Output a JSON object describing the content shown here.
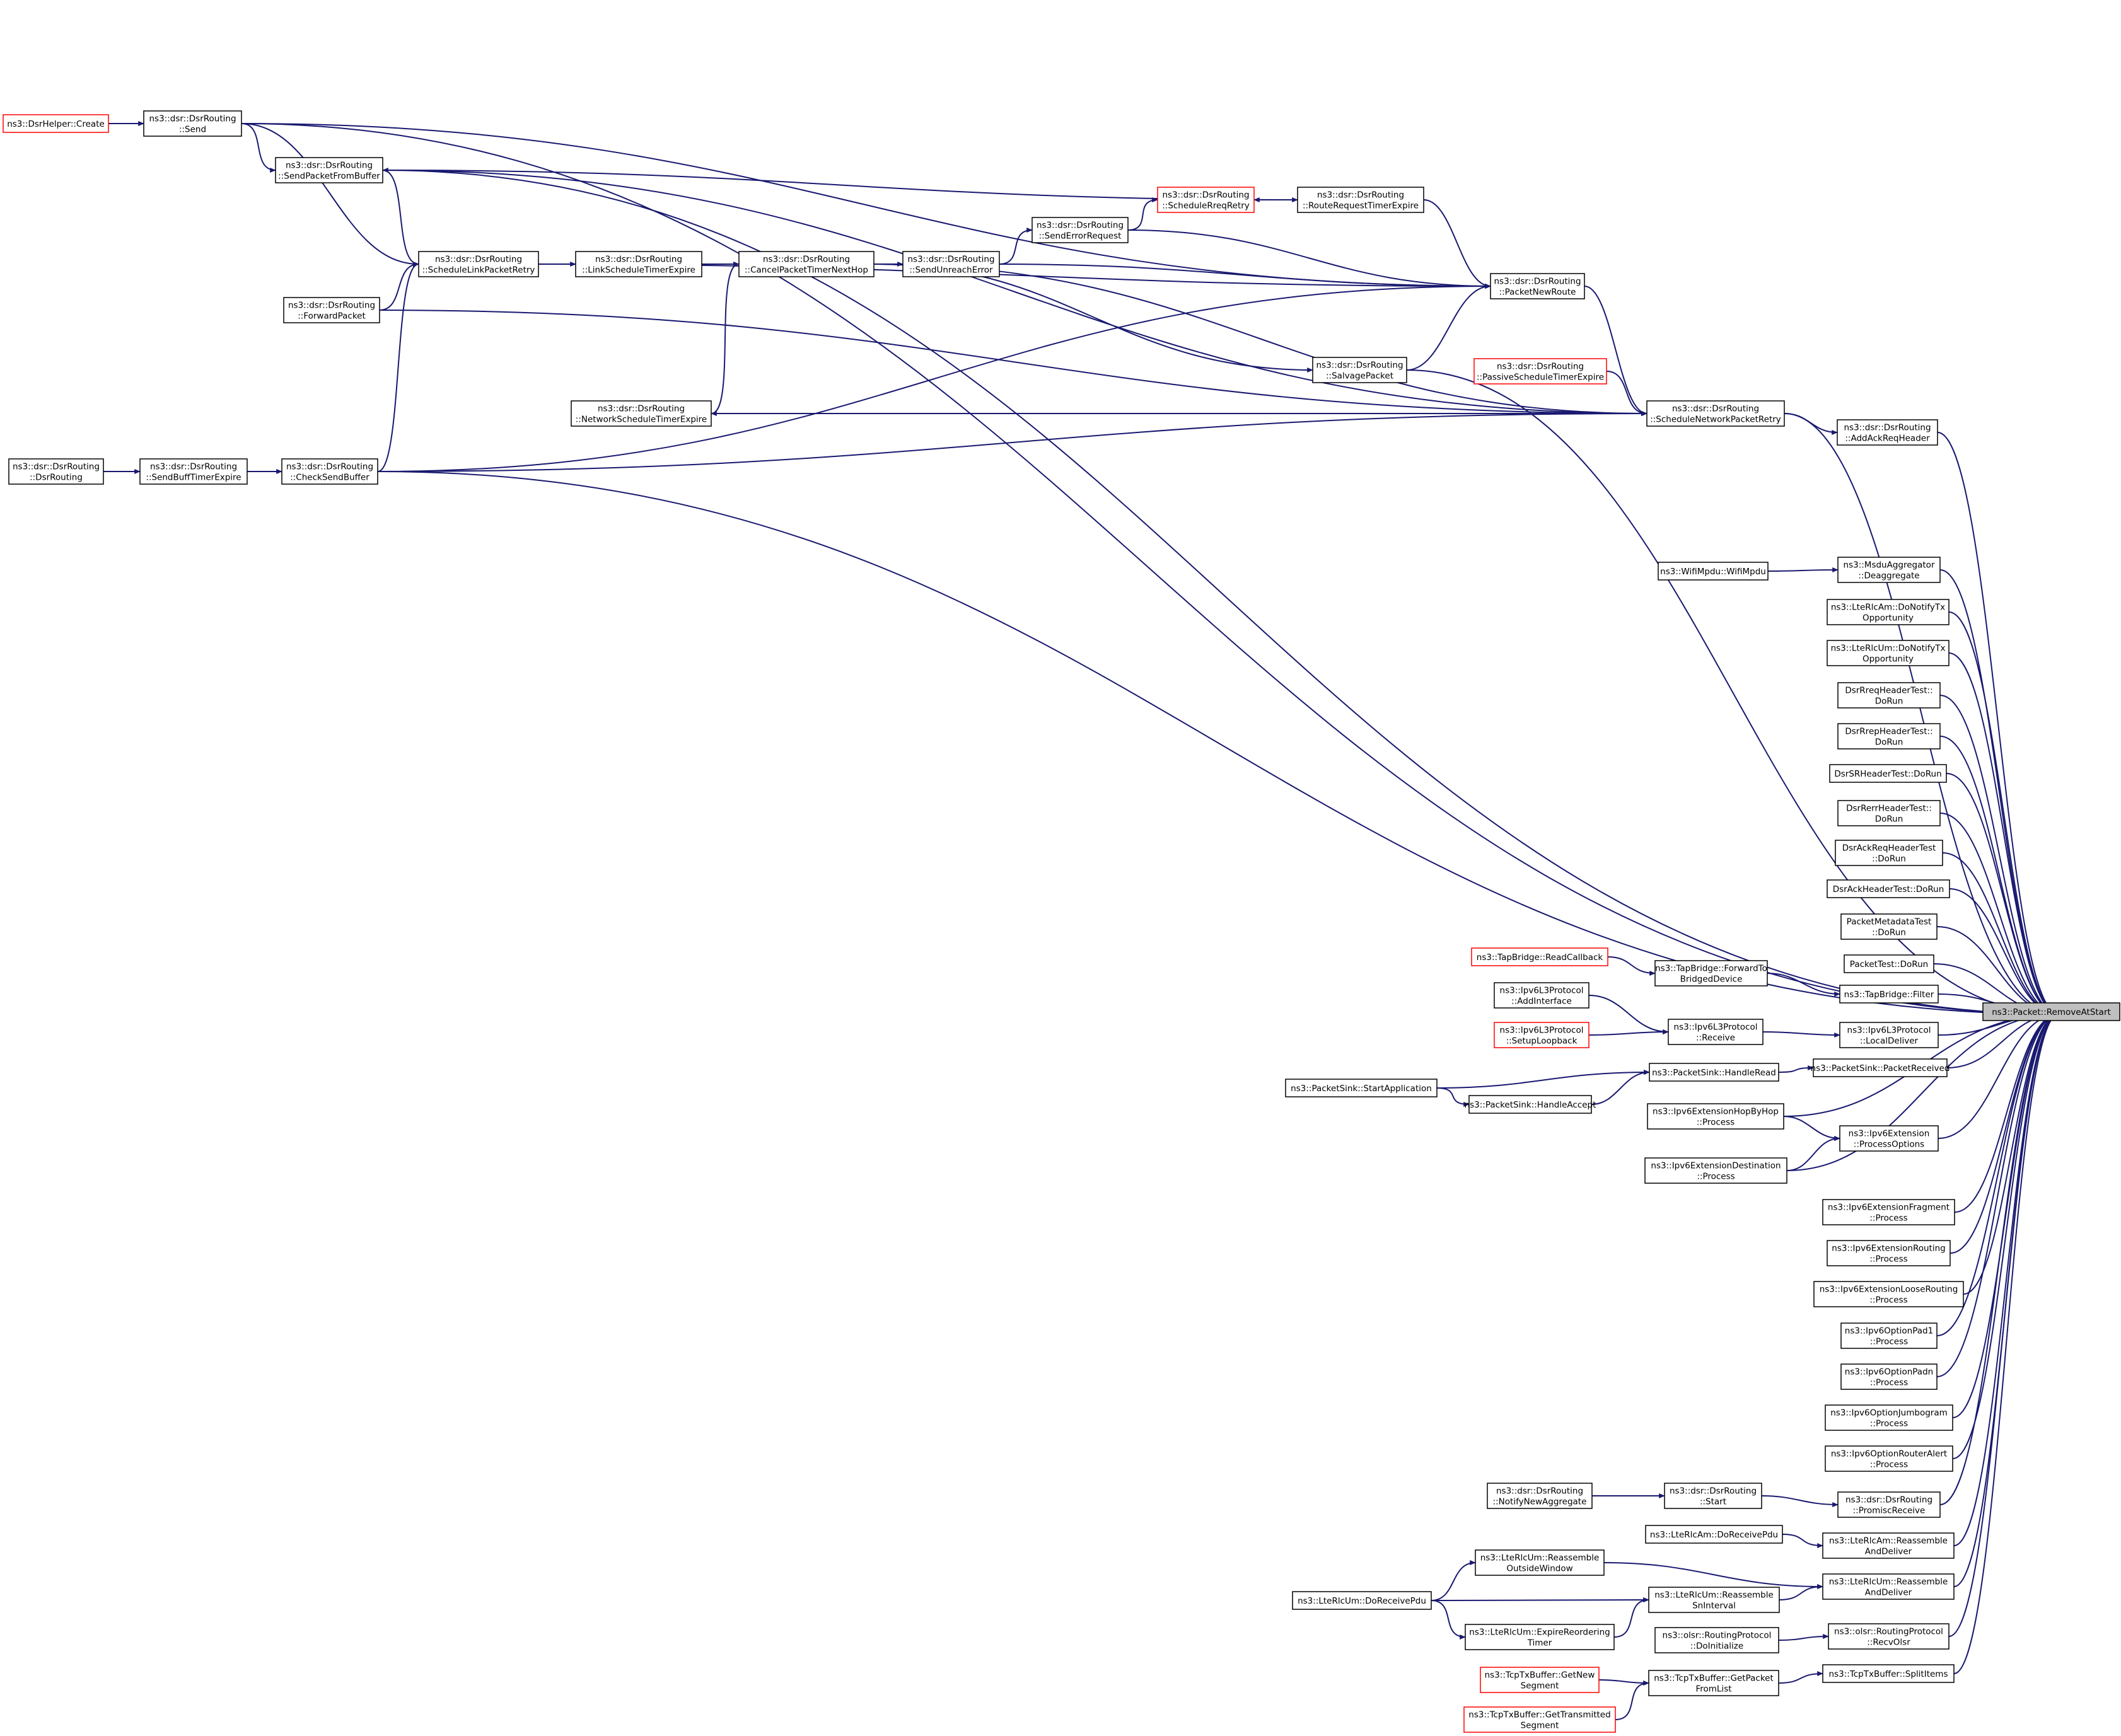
{
  "colors": {
    "edge": "#191970",
    "node_border": "#000000",
    "node_border_truncated": "#ff0000",
    "target_fill": "#bfbfbf",
    "node_fill": "#ffffff"
  },
  "target": {
    "id": "target",
    "lines": [
      "ns3::Packet::RemoveAtStart"
    ]
  },
  "nodes": [
    {
      "id": "n1",
      "lines": [
        "ns3::DsrHelper::Create"
      ],
      "truncated": true
    },
    {
      "id": "n2",
      "lines": [
        "ns3::dsr::DsrRouting",
        "::Send"
      ]
    },
    {
      "id": "n3",
      "lines": [
        "ns3::dsr::DsrRouting",
        "::SendPacketFromBuffer"
      ]
    },
    {
      "id": "n4",
      "lines": [
        "ns3::dsr::DsrRouting",
        "::ScheduleLinkPacketRetry"
      ]
    },
    {
      "id": "n5",
      "lines": [
        "ns3::dsr::DsrRouting",
        "::ForwardPacket"
      ]
    },
    {
      "id": "n6",
      "lines": [
        "ns3::dsr::DsrRouting",
        "::DsrRouting"
      ]
    },
    {
      "id": "n7",
      "lines": [
        "ns3::dsr::DsrRouting",
        "::SendBuffTimerExpire"
      ]
    },
    {
      "id": "n8",
      "lines": [
        "ns3::dsr::DsrRouting",
        "::CheckSendBuffer"
      ]
    },
    {
      "id": "n9",
      "lines": [
        "ns3::dsr::DsrRouting",
        "::LinkScheduleTimerExpire"
      ]
    },
    {
      "id": "n10",
      "lines": [
        "ns3::dsr::DsrRouting",
        "::CancelPacketTimerNextHop"
      ]
    },
    {
      "id": "n11",
      "lines": [
        "ns3::dsr::DsrRouting",
        "::NetworkScheduleTimerExpire"
      ]
    },
    {
      "id": "n12",
      "lines": [
        "ns3::dsr::DsrRouting",
        "::SendUnreachError"
      ]
    },
    {
      "id": "n13",
      "lines": [
        "ns3::dsr::DsrRouting",
        "::SendErrorRequest"
      ]
    },
    {
      "id": "n14",
      "lines": [
        "ns3::dsr::DsrRouting",
        "::ScheduleRreqRetry"
      ],
      "truncated": true
    },
    {
      "id": "n15",
      "lines": [
        "ns3::dsr::DsrRouting",
        "::RouteRequestTimerExpire"
      ]
    },
    {
      "id": "n16",
      "lines": [
        "ns3::dsr::DsrRouting",
        "::PacketNewRoute"
      ]
    },
    {
      "id": "n17",
      "lines": [
        "ns3::dsr::DsrRouting",
        "::SalvagePacket"
      ]
    },
    {
      "id": "n18",
      "lines": [
        "ns3::dsr::DsrRouting",
        "::PassiveScheduleTimerExpire"
      ],
      "truncated": true
    },
    {
      "id": "n19",
      "lines": [
        "ns3::dsr::DsrRouting",
        "::ScheduleNetworkPacketRetry"
      ]
    },
    {
      "id": "n20",
      "lines": [
        "ns3::dsr::DsrRouting",
        "::AddAckReqHeader"
      ]
    },
    {
      "id": "n21",
      "lines": [
        "ns3::WifiMpdu::WifiMpdu"
      ]
    },
    {
      "id": "n22",
      "lines": [
        "ns3::MsduAggregator",
        "::Deaggregate"
      ]
    },
    {
      "id": "n23",
      "lines": [
        "ns3::LteRlcAm::DoNotifyTx",
        "Opportunity"
      ]
    },
    {
      "id": "n24",
      "lines": [
        "ns3::LteRlcUm::DoNotifyTx",
        "Opportunity"
      ]
    },
    {
      "id": "n25",
      "lines": [
        "DsrRreqHeaderTest::",
        "DoRun"
      ]
    },
    {
      "id": "n26",
      "lines": [
        "DsrRrepHeaderTest::",
        "DoRun"
      ]
    },
    {
      "id": "n27",
      "lines": [
        "DsrSRHeaderTest::DoRun"
      ]
    },
    {
      "id": "n28",
      "lines": [
        "DsrRerrHeaderTest::",
        "DoRun"
      ]
    },
    {
      "id": "n29",
      "lines": [
        "DsrAckReqHeaderTest",
        "::DoRun"
      ]
    },
    {
      "id": "n30",
      "lines": [
        "DsrAckHeaderTest::DoRun"
      ]
    },
    {
      "id": "n31",
      "lines": [
        "PacketMetadataTest",
        "::DoRun"
      ]
    },
    {
      "id": "n32",
      "lines": [
        "PacketTest::DoRun"
      ]
    },
    {
      "id": "n33",
      "lines": [
        "ns3::TapBridge::ReadCallback"
      ],
      "truncated": true
    },
    {
      "id": "n34",
      "lines": [
        "ns3::TapBridge::ForwardTo",
        "BridgedDevice"
      ]
    },
    {
      "id": "n35",
      "lines": [
        "ns3::TapBridge::Filter"
      ]
    },
    {
      "id": "n36",
      "lines": [
        "ns3::Ipv6L3Protocol",
        "::AddInterface"
      ]
    },
    {
      "id": "n37",
      "lines": [
        "ns3::Ipv6L3Protocol",
        "::Receive"
      ]
    },
    {
      "id": "n38",
      "lines": [
        "ns3::Ipv6L3Protocol",
        "::SetupLoopback"
      ],
      "truncated": true
    },
    {
      "id": "n39",
      "lines": [
        "ns3::Ipv6L3Protocol",
        "::LocalDeliver"
      ]
    },
    {
      "id": "n40",
      "lines": [
        "ns3::PacketSink::StartApplication"
      ]
    },
    {
      "id": "n41",
      "lines": [
        "ns3::PacketSink::HandleRead"
      ]
    },
    {
      "id": "n42",
      "lines": [
        "ns3::PacketSink::HandleAccept"
      ]
    },
    {
      "id": "n43",
      "lines": [
        "ns3::PacketSink::PacketReceived"
      ]
    },
    {
      "id": "n44",
      "lines": [
        "ns3::Ipv6ExtensionHopByHop",
        "::Process"
      ]
    },
    {
      "id": "n45",
      "lines": [
        "ns3::Ipv6ExtensionDestination",
        "::Process"
      ]
    },
    {
      "id": "n46",
      "lines": [
        "ns3::Ipv6Extension",
        "::ProcessOptions"
      ]
    },
    {
      "id": "n47",
      "lines": [
        "ns3::Ipv6ExtensionFragment",
        "::Process"
      ]
    },
    {
      "id": "n48",
      "lines": [
        "ns3::Ipv6ExtensionRouting",
        "::Process"
      ]
    },
    {
      "id": "n49",
      "lines": [
        "ns3::Ipv6ExtensionLooseRouting",
        "::Process"
      ]
    },
    {
      "id": "n50",
      "lines": [
        "ns3::Ipv6OptionPad1",
        "::Process"
      ]
    },
    {
      "id": "n51",
      "lines": [
        "ns3::Ipv6OptionPadn",
        "::Process"
      ]
    },
    {
      "id": "n52",
      "lines": [
        "ns3::Ipv6OptionJumbogram",
        "::Process"
      ]
    },
    {
      "id": "n53",
      "lines": [
        "ns3::Ipv6OptionRouterAlert",
        "::Process"
      ]
    },
    {
      "id": "n54",
      "lines": [
        "ns3::dsr::DsrRouting",
        "::NotifyNewAggregate"
      ]
    },
    {
      "id": "n55",
      "lines": [
        "ns3::dsr::DsrRouting",
        "::Start"
      ]
    },
    {
      "id": "n56",
      "lines": [
        "ns3::dsr::DsrRouting",
        "::PromiscReceive"
      ]
    },
    {
      "id": "n57",
      "lines": [
        "ns3::LteRlcAm::DoReceivePdu"
      ]
    },
    {
      "id": "n58",
      "lines": [
        "ns3::LteRlcAm::Reassemble",
        "AndDeliver"
      ]
    },
    {
      "id": "n59",
      "lines": [
        "ns3::LteRlcUm::Reassemble",
        "OutsideWindow"
      ]
    },
    {
      "id": "n60",
      "lines": [
        "ns3::LteRlcUm::DoReceivePdu"
      ]
    },
    {
      "id": "n61",
      "lines": [
        "ns3::LteRlcUm::Reassemble",
        "SnInterval"
      ]
    },
    {
      "id": "n62",
      "lines": [
        "ns3::LteRlcUm::ExpireReordering",
        "Timer"
      ]
    },
    {
      "id": "n63",
      "lines": [
        "ns3::LteRlcUm::Reassemble",
        "AndDeliver"
      ]
    },
    {
      "id": "n64",
      "lines": [
        "ns3::olsr::RoutingProtocol",
        "::DoInitialize"
      ]
    },
    {
      "id": "n65",
      "lines": [
        "ns3::olsr::RoutingProtocol",
        "::RecvOlsr"
      ]
    },
    {
      "id": "n66",
      "lines": [
        "ns3::TcpTxBuffer::GetNew",
        "Segment"
      ],
      "truncated": true
    },
    {
      "id": "n67",
      "lines": [
        "ns3::TcpTxBuffer::GetTransmitted",
        "Segment"
      ],
      "truncated": true
    },
    {
      "id": "n68",
      "lines": [
        "ns3::TcpTxBuffer::GetPacket",
        "FromList"
      ]
    },
    {
      "id": "n69",
      "lines": [
        "ns3::TcpTxBuffer::SplitItems"
      ]
    }
  ],
  "edges": [
    [
      "n1",
      "n2"
    ],
    [
      "n2",
      "n3"
    ],
    [
      "n2",
      "n4"
    ],
    [
      "n2",
      "n16"
    ],
    [
      "n3",
      "n4"
    ],
    [
      "n3",
      "n19"
    ],
    [
      "n4",
      "n9"
    ],
    [
      "n5",
      "n4"
    ],
    [
      "n5",
      "n19"
    ],
    [
      "n6",
      "n7"
    ],
    [
      "n7",
      "n8"
    ],
    [
      "n8",
      "n4"
    ],
    [
      "n8",
      "n16"
    ],
    [
      "n8",
      "n19"
    ],
    [
      "n9",
      "n10"
    ],
    [
      "n10",
      "n12"
    ],
    [
      "n10",
      "n19"
    ],
    [
      "n11",
      "n10"
    ],
    [
      "n12",
      "n13"
    ],
    [
      "n12",
      "n16"
    ],
    [
      "n13",
      "n14"
    ],
    [
      "n13",
      "n16"
    ],
    [
      "n14",
      "n15"
    ],
    [
      "n15",
      "n3"
    ],
    [
      "n15",
      "n14"
    ],
    [
      "n15",
      "n16"
    ],
    [
      "n4",
      "n16"
    ],
    [
      "n17",
      "n16"
    ],
    [
      "n10",
      "n17"
    ],
    [
      "n16",
      "n19"
    ],
    [
      "n18",
      "n19"
    ],
    [
      "n11",
      "n19"
    ],
    [
      "n19",
      "n11"
    ],
    [
      "n19",
      "n20"
    ],
    [
      "n21",
      "n22"
    ],
    [
      "n33",
      "n34"
    ],
    [
      "n34",
      "n35"
    ],
    [
      "n36",
      "n37"
    ],
    [
      "n38",
      "n37"
    ],
    [
      "n37",
      "n39"
    ],
    [
      "n40",
      "n41"
    ],
    [
      "n40",
      "n42"
    ],
    [
      "n42",
      "n41"
    ],
    [
      "n41",
      "n43"
    ],
    [
      "n44",
      "n46"
    ],
    [
      "n45",
      "n46"
    ],
    [
      "n54",
      "n55"
    ],
    [
      "n55",
      "n56"
    ],
    [
      "n57",
      "n58"
    ],
    [
      "n59",
      "n63"
    ],
    [
      "n60",
      "n59"
    ],
    [
      "n60",
      "n61"
    ],
    [
      "n60",
      "n62"
    ],
    [
      "n62",
      "n61"
    ],
    [
      "n61",
      "n63"
    ],
    [
      "n64",
      "n65"
    ],
    [
      "n66",
      "n68"
    ],
    [
      "n67",
      "n68"
    ],
    [
      "n68",
      "n69"
    ],
    [
      "n20",
      "target"
    ],
    [
      "n2",
      "target"
    ],
    [
      "n3",
      "target"
    ],
    [
      "n19",
      "target"
    ],
    [
      "n17",
      "target"
    ],
    [
      "n8",
      "target"
    ],
    [
      "n22",
      "target"
    ],
    [
      "n23",
      "target"
    ],
    [
      "n24",
      "target"
    ],
    [
      "n25",
      "target"
    ],
    [
      "n26",
      "target"
    ],
    [
      "n27",
      "target"
    ],
    [
      "n28",
      "target"
    ],
    [
      "n29",
      "target"
    ],
    [
      "n30",
      "target"
    ],
    [
      "n31",
      "target"
    ],
    [
      "n32",
      "target"
    ],
    [
      "n35",
      "target"
    ],
    [
      "n39",
      "target"
    ],
    [
      "n43",
      "target"
    ],
    [
      "n44",
      "target"
    ],
    [
      "n45",
      "target"
    ],
    [
      "n46",
      "target"
    ],
    [
      "n47",
      "target"
    ],
    [
      "n48",
      "target"
    ],
    [
      "n49",
      "target"
    ],
    [
      "n50",
      "target"
    ],
    [
      "n51",
      "target"
    ],
    [
      "n52",
      "target"
    ],
    [
      "n53",
      "target"
    ],
    [
      "n56",
      "target"
    ],
    [
      "n58",
      "target"
    ],
    [
      "n63",
      "target"
    ],
    [
      "n65",
      "target"
    ],
    [
      "n69",
      "target"
    ]
  ]
}
